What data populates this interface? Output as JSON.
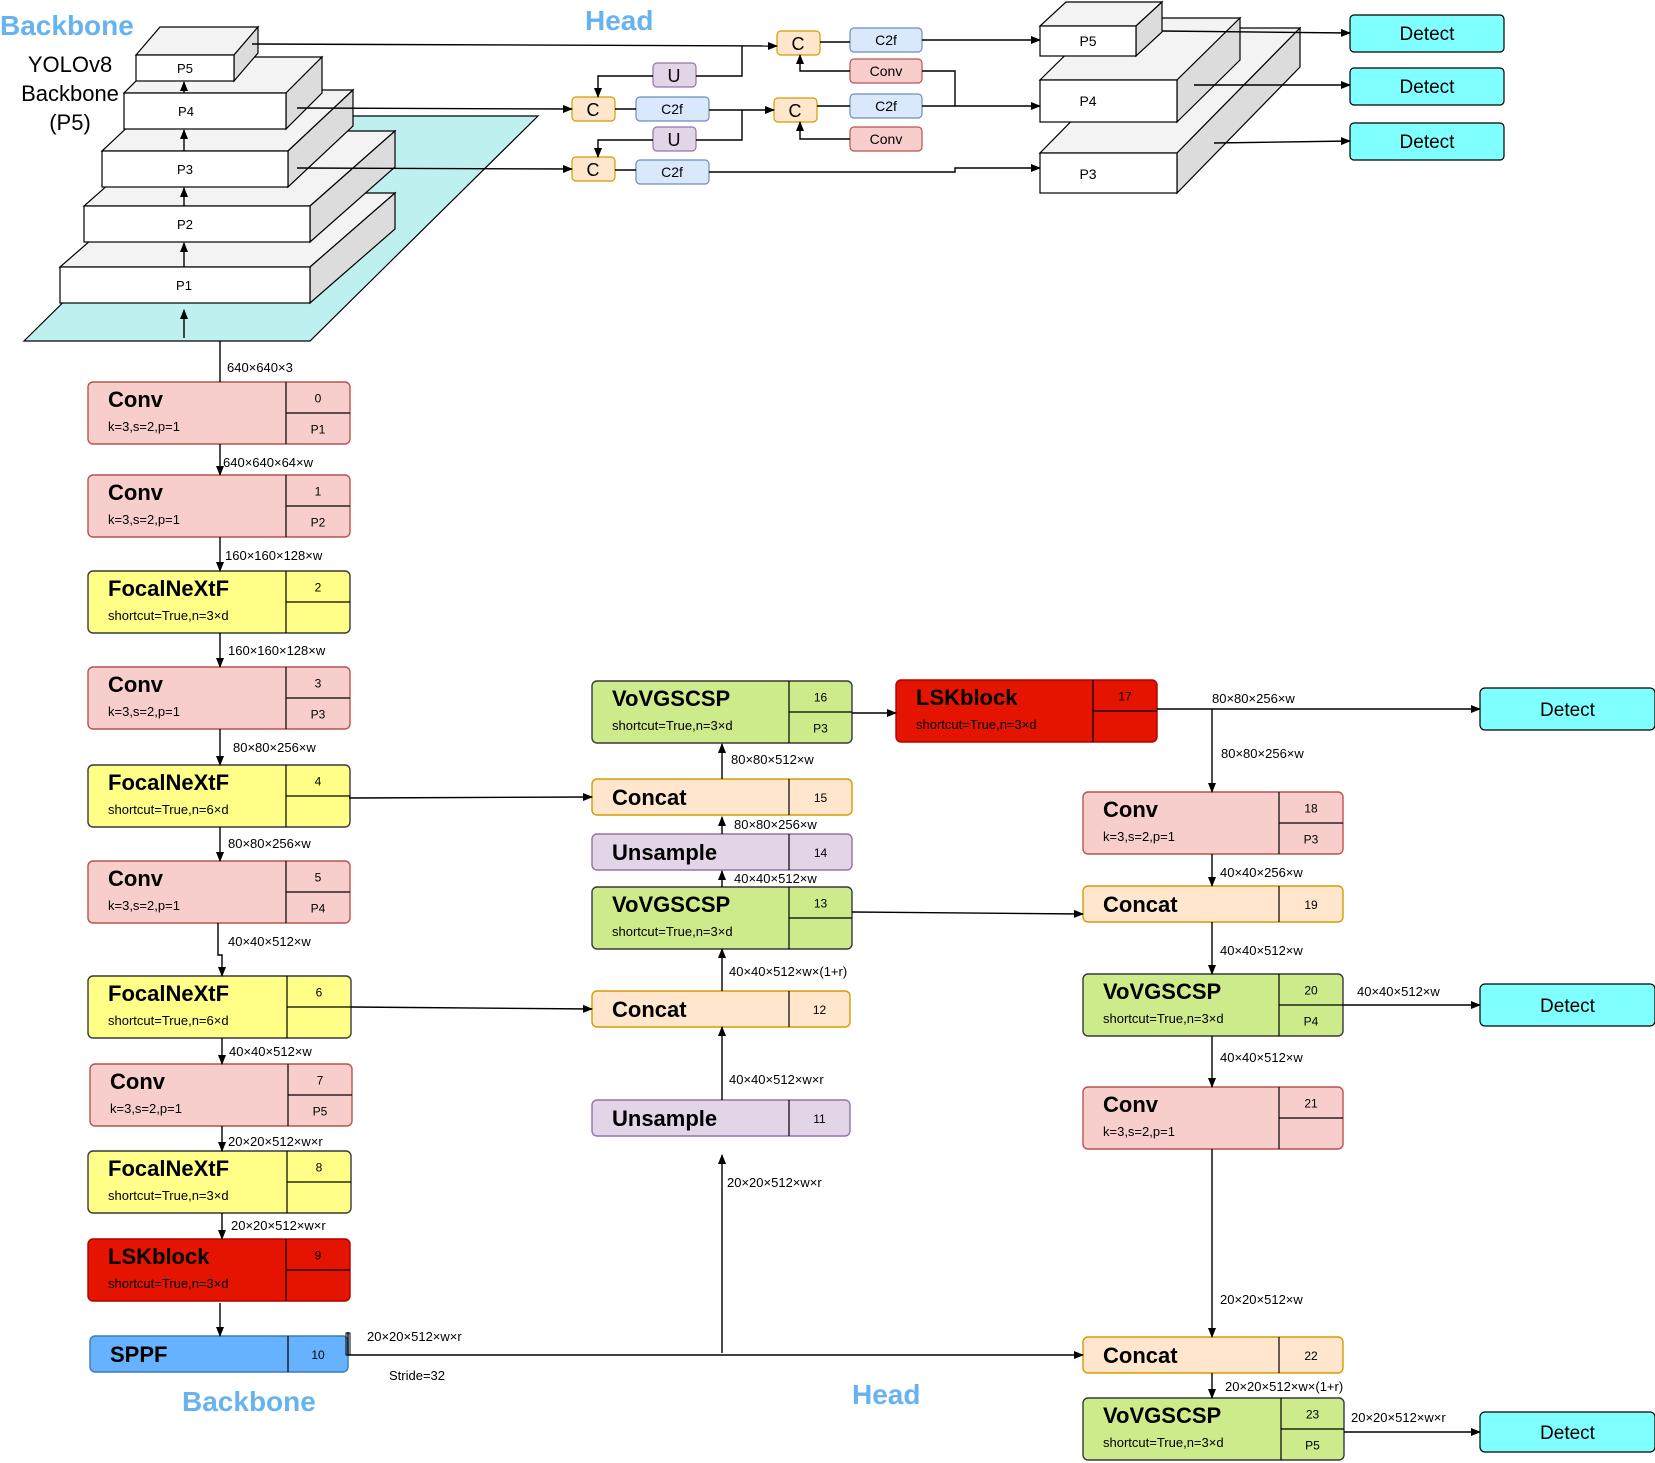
{
  "colors": {
    "conv": "#f8cecc",
    "conv_border": "#b85450",
    "focal": "#ffff88",
    "focal_border": "#36393d",
    "lsk": "#e51400",
    "lsk_border": "#b20000",
    "sppf": "#66b2ff",
    "sppf_border": "#3d7ab8",
    "concat": "#ffe6cc",
    "concat_border": "#d79b00",
    "upsample": "#e1d5e7",
    "upsample_border": "#9673a6",
    "vov": "#cdeb8b",
    "vov_border": "#36393d",
    "detect": "#80ffff",
    "c2f": "#dae8fc",
    "c2f_border": "#6c8ebf",
    "plane": "#bef0f0",
    "section": "#66b3f0"
  },
  "labels": {
    "backbone_top": "Backbone",
    "head_top": "Head",
    "backbone_bottom": "Backbone",
    "head_bottom": "Head",
    "yolo_line1": "YOLOv8",
    "yolo_line2": "Backbone",
    "yolo_line3": "(P5)"
  },
  "pyramid": [
    "P1",
    "P2",
    "P3",
    "P4",
    "P5"
  ],
  "top_head": {
    "c_nodes": [
      "C",
      "C",
      "C",
      "C"
    ],
    "u_nodes": [
      "U",
      "U"
    ],
    "c2f_nodes": [
      "C2f",
      "C2f",
      "C2f",
      "C2f"
    ],
    "conv_nodes": [
      "Conv",
      "Conv"
    ],
    "outputs": [
      "P5",
      "P4",
      "P3"
    ],
    "detect": [
      "Detect",
      "Detect",
      "Detect"
    ]
  },
  "blocks": [
    {
      "name": "Conv",
      "params": "k=3,s=2,p=1",
      "idx": "0",
      "tag": "P1"
    },
    {
      "name": "Conv",
      "params": "k=3,s=2,p=1",
      "idx": "1",
      "tag": "P2"
    },
    {
      "name": "FocalNeXtF",
      "params": "shortcut=True,n=3×d",
      "idx": "2",
      "tag": ""
    },
    {
      "name": "Conv",
      "params": "k=3,s=2,p=1",
      "idx": "3",
      "tag": "P3"
    },
    {
      "name": "FocalNeXtF",
      "params": "shortcut=True,n=6×d",
      "idx": "4",
      "tag": ""
    },
    {
      "name": "Conv",
      "params": "k=3,s=2,p=1",
      "idx": "5",
      "tag": "P4"
    },
    {
      "name": "FocalNeXtF",
      "params": "shortcut=True,n=6×d",
      "idx": "6",
      "tag": ""
    },
    {
      "name": "Conv",
      "params": "k=3,s=2,p=1",
      "idx": "7",
      "tag": "P5"
    },
    {
      "name": "FocalNeXtF",
      "params": "shortcut=True,n=3×d",
      "idx": "8",
      "tag": ""
    },
    {
      "name": "LSKblock",
      "params": "shortcut=True,n=3×d",
      "idx": "9",
      "tag": ""
    },
    {
      "name": "SPPF",
      "params": "",
      "idx": "10",
      "tag": ""
    },
    {
      "name": "Unsample",
      "params": "",
      "idx": "11",
      "tag": ""
    },
    {
      "name": "Concat",
      "params": "",
      "idx": "12",
      "tag": ""
    },
    {
      "name": "VoVGSCSP",
      "params": "shortcut=True,n=3×d",
      "idx": "13",
      "tag": ""
    },
    {
      "name": "Unsample",
      "params": "",
      "idx": "14",
      "tag": ""
    },
    {
      "name": "Concat",
      "params": "",
      "idx": "15",
      "tag": ""
    },
    {
      "name": "VoVGSCSP",
      "params": "shortcut=True,n=3×d",
      "idx": "16",
      "tag": "P3"
    },
    {
      "name": "LSKblock",
      "params": "shortcut=True,n=3×d",
      "idx": "17",
      "tag": ""
    },
    {
      "name": "Conv",
      "params": "k=3,s=2,p=1",
      "idx": "18",
      "tag": "P3"
    },
    {
      "name": "Concat",
      "params": "",
      "idx": "19",
      "tag": ""
    },
    {
      "name": "VoVGSCSP",
      "params": "shortcut=True,n=3×d",
      "idx": "20",
      "tag": "P4"
    },
    {
      "name": "Conv",
      "params": "k=3,s=2,p=1",
      "idx": "21",
      "tag": ""
    },
    {
      "name": "Concat",
      "params": "",
      "idx": "22",
      "tag": ""
    },
    {
      "name": "VoVGSCSP",
      "params": "shortcut=True,n=3×d",
      "idx": "23",
      "tag": "P5"
    }
  ],
  "detect_label": "Detect",
  "dims": {
    "d0": "640×640×3",
    "d1": "640×640×64×w",
    "d2": "160×160×128×w",
    "d3": "160×160×128×w",
    "d4": "80×80×256×w",
    "d5": "80×80×256×w",
    "d6": "40×40×512×w",
    "d7": "40×40×512×w",
    "d8": "20×20×512×w×r",
    "d9": "20×20×512×w×r",
    "d10": "20×20×512×w×r",
    "stride": "Stride=32",
    "d11": "20×20×512×w×r",
    "d12": "40×40×512×w×r",
    "d13": "40×40×512×w×(1+r)",
    "d14": "40×40×512×w",
    "d15": "80×80×256×w",
    "d16": "80×80×512×w",
    "d17": "80×80×256×w",
    "d18": "80×80×256×w",
    "d19": "40×40×256×w",
    "d20": "40×40×512×w",
    "d20out": "40×40×512×w",
    "d21": "40×40×512×w",
    "d22": "20×20×512×w",
    "d23": "20×20×512×w×(1+r)",
    "d23out": "20×20×512×w×r"
  }
}
